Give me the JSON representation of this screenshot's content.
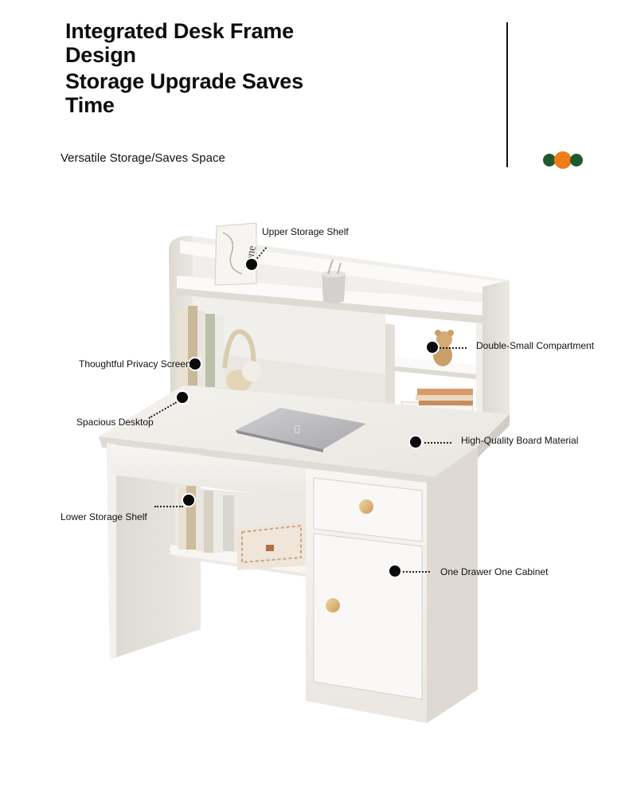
{
  "header": {
    "title_line1": "Integrated Desk Frame Design",
    "title_line2": "Storage Upgrade Saves Time",
    "subtitle": "Versatile Storage/Saves Space",
    "dot_colors": [
      "#1e5a2a",
      "#f07c17",
      "#1e5a2a"
    ]
  },
  "product": {
    "book_cover_text": "Lone",
    "laptop_logo": "apple-logo-icon"
  },
  "callouts": {
    "upper_storage_shelf": "Upper Storage Shelf",
    "double_small_compartment": "Double-Small Compartment",
    "thoughtful_privacy_screen": "Thoughtful Privacy Screen",
    "spacious_desktop": "Spacious Desktop",
    "high_quality_board": "High-Quality Board Material",
    "lower_storage_shelf": "Lower Storage Shelf",
    "one_drawer_one_cabinet": "One Drawer One Cabinet"
  }
}
